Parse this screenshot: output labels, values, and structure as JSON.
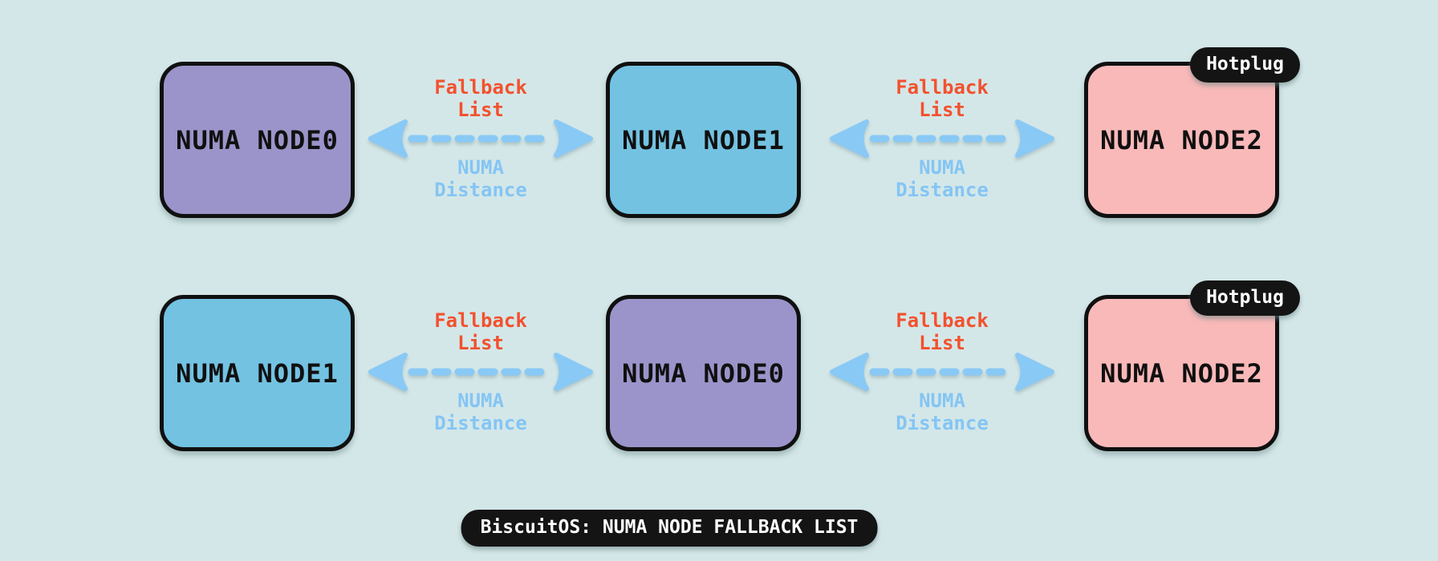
{
  "colors": {
    "bg": "#d4e7e8",
    "purple": "#9b94ca",
    "blue": "#73c2e2",
    "pink": "#f9b9b9",
    "arrow": "#89c9f6",
    "distance_text": "#84c5f4",
    "fallback_text": "#f2512e",
    "ink": "#101010",
    "badge_bg": "#141414",
    "badge_fg": "#ffffff"
  },
  "rows": [
    {
      "nodes": [
        {
          "label": "NUMA NODE0",
          "color": "purple"
        },
        {
          "label": "NUMA NODE1",
          "color": "blue"
        },
        {
          "label": "NUMA NODE2",
          "color": "pink",
          "badge": "Hotplug"
        }
      ]
    },
    {
      "nodes": [
        {
          "label": "NUMA NODE1",
          "color": "blue"
        },
        {
          "label": "NUMA NODE0",
          "color": "purple"
        },
        {
          "label": "NUMA NODE2",
          "color": "pink",
          "badge": "Hotplug"
        }
      ]
    }
  ],
  "link_labels": {
    "top_line1": "Fallback",
    "top_line2": "List",
    "bottom_line1": "NUMA",
    "bottom_line2": "Distance"
  },
  "footer_badge": {
    "text": "BiscuitOS: NUMA NODE FALLBACK LIST"
  }
}
